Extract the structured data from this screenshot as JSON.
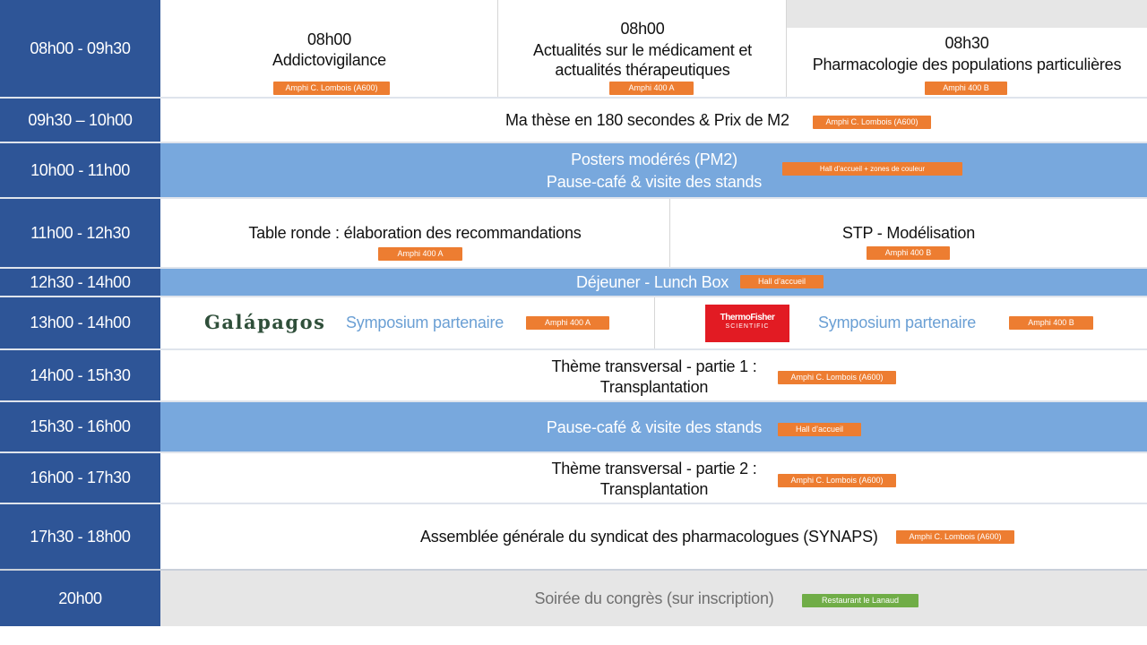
{
  "colors": {
    "time_bg": "#2e5597",
    "blue_band": "#78a8dd",
    "grey_band": "#e6e6e6",
    "badge_orange": "#ed7d31",
    "badge_green": "#70ad47"
  },
  "rows": [
    {
      "time": "08h00 - 09h30",
      "sessions": [
        {
          "time": "08h00",
          "title": "Addictovigilance",
          "room": "Amphi C. Lombois (A600)"
        },
        {
          "time": "08h00",
          "title_line1": "Actualités sur le médicament et",
          "title_line2": "actualités thérapeutiques",
          "room": "Amphi 400 A"
        },
        {
          "time": "08h30",
          "title": "Pharmacologie des populations particulières",
          "room": "Amphi 400 B"
        }
      ]
    },
    {
      "time": "09h30 – 10h00",
      "title": "Ma thèse en 180 secondes & Prix de M2",
      "room": "Amphi C. Lombois (A600)"
    },
    {
      "time": "10h00 - 11h00",
      "title_line1": "Posters modérés (PM2)",
      "title_line2": "Pause-café & visite des stands",
      "room": "Hall d’accueil + zones de couleur"
    },
    {
      "time": "11h00 - 12h30",
      "sessions": [
        {
          "title": "Table ronde : élaboration des recommandations",
          "room": "Amphi 400 A"
        },
        {
          "title": "STP - Modélisation",
          "room": "Amphi 400 B"
        }
      ]
    },
    {
      "time": "12h30 - 14h00",
      "title": "Déjeuner - Lunch Box",
      "room": "Hall d’accueil"
    },
    {
      "time": "13h00 - 14h00",
      "sessions": [
        {
          "logo": "Galápagos",
          "title": "Symposium partenaire",
          "room": "Amphi 400 A"
        },
        {
          "logo_line1": "ThermoFisher",
          "logo_line2": "SCIENTIFIC",
          "title": "Symposium partenaire",
          "room": "Amphi 400 B"
        }
      ]
    },
    {
      "time": "14h00 - 15h30",
      "title_line1": "Thème transversal - partie 1 :",
      "title_line2": "Transplantation",
      "room": "Amphi C. Lombois (A600)"
    },
    {
      "time": "15h30 - 16h00",
      "title": "Pause-café & visite des stands",
      "room": "Hall d’accueil"
    },
    {
      "time": "16h00 - 17h30",
      "title_line1": "Thème transversal - partie 2 :",
      "title_line2": "Transplantation",
      "room": "Amphi C. Lombois (A600)"
    },
    {
      "time": "17h30 - 18h00",
      "title": "Assemblée générale du syndicat des pharmacologues (SYNAPS)",
      "room": "Amphi C. Lombois (A600)"
    },
    {
      "time": "20h00",
      "title": "Soirée du congrès (sur inscription)",
      "room": "Restaurant le Lanaud"
    }
  ]
}
